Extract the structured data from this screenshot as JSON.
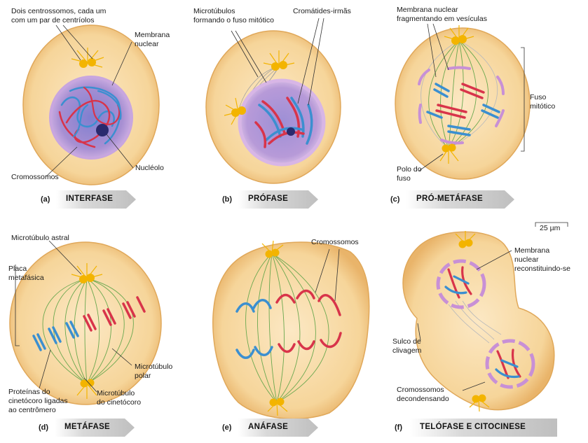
{
  "panels": [
    {
      "letter": "(a)",
      "phase": "INTERFASE"
    },
    {
      "letter": "(b)",
      "phase": "PRÓFASE"
    },
    {
      "letter": "(c)",
      "phase": "PRÓ-METÁFASE"
    },
    {
      "letter": "(d)",
      "phase": "METÁFASE"
    },
    {
      "letter": "(e)",
      "phase": "ANÁFASE"
    },
    {
      "letter": "(f)",
      "phase": "TELÓFASE E CITOCINESE"
    }
  ],
  "labels": {
    "a_centrosomes_1": "Dois centrossomos, cada um",
    "a_centrosomes_2": "com um par de centríolos",
    "a_membrane_1": "Membrana",
    "a_membrane_2": "nuclear",
    "a_chromosomes": "Cromossomos",
    "a_nucleolus": "Nucléolo",
    "b_microtubules_1": "Microtúbulos",
    "b_microtubules_2": "formando o fuso mitótico",
    "b_chromatids": "Cromátides-irmãs",
    "c_membrane_1": "Membrana nuclear",
    "c_membrane_2": "fragmentando em vesículas",
    "c_spindle_1": "Fuso",
    "c_spindle_2": "mitótico",
    "c_pole_1": "Polo do",
    "c_pole_2": "fuso",
    "d_astral": "Microtúbulo astral",
    "d_plate_1": "Placa",
    "d_plate_2": "metafásica",
    "d_polar_1": "Microtúbulo",
    "d_polar_2": "polar",
    "d_proteins_1": "Proteínas do",
    "d_proteins_2": "cinetócoro ligadas",
    "d_proteins_3": "ao centrômero",
    "d_kinet_1": "Microtúbulo",
    "d_kinet_2": "do cinetócoro",
    "e_chromosomes": "Cromossomos",
    "f_scale": "25 µm",
    "f_membrane_1": "Membrana",
    "f_membrane_2": "nuclear",
    "f_membrane_3": "reconstituindo-se",
    "f_furrow_1": "Sulco de",
    "f_furrow_2": "clivagem",
    "f_chrom_1": "Cromossomos",
    "f_chrom_2": "decondensando"
  },
  "colors": {
    "cell": "#f7d9a4",
    "cell_edge": "#e0a85a",
    "nucleus": "#9f8fcf",
    "red_chromosome": "#d8344a",
    "blue_chromosome": "#3b8fd0",
    "spindle": "#6aa84f",
    "centrosome": "#f3b400",
    "banner": "#d4d4d4"
  }
}
